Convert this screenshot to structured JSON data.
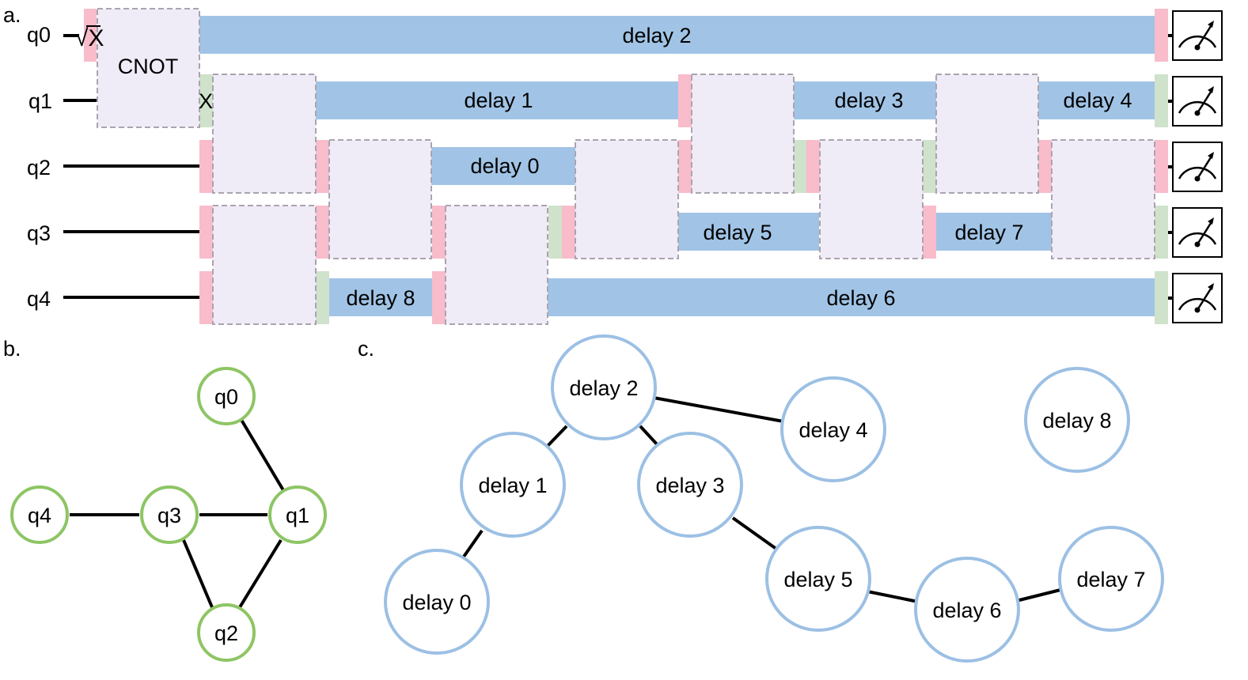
{
  "panel_labels": {
    "a": "a.",
    "b": "b.",
    "c": "c."
  },
  "circuit": {
    "qubits": [
      "q0",
      "q1",
      "q2",
      "q3",
      "q4"
    ],
    "sqrt_x_gate": "√X",
    "cnot_label": "CNOT",
    "x_gate": "X",
    "delays": [
      {
        "label": "delay 2",
        "qubit": "q0"
      },
      {
        "label": "delay 1",
        "qubit": "q1"
      },
      {
        "label": "delay 3",
        "qubit": "q1"
      },
      {
        "label": "delay 4",
        "qubit": "q1"
      },
      {
        "label": "delay 0",
        "qubit": "q2"
      },
      {
        "label": "delay 5",
        "qubit": "q3"
      },
      {
        "label": "delay 7",
        "qubit": "q3"
      },
      {
        "label": "delay 8",
        "qubit": "q4"
      },
      {
        "label": "delay 6",
        "qubit": "q4"
      }
    ],
    "measurements": [
      "q0",
      "q1",
      "q2",
      "q3",
      "q4"
    ]
  },
  "coupling_graph": {
    "nodes": [
      "q0",
      "q1",
      "q2",
      "q3",
      "q4"
    ],
    "edges": [
      [
        "q0",
        "q1"
      ],
      [
        "q4",
        "q3"
      ],
      [
        "q3",
        "q1"
      ],
      [
        "q3",
        "q2"
      ],
      [
        "q1",
        "q2"
      ]
    ],
    "node_color": "#8ec564"
  },
  "delay_graph": {
    "nodes": [
      "delay 0",
      "delay 1",
      "delay 2",
      "delay 3",
      "delay 4",
      "delay 5",
      "delay 6",
      "delay 7",
      "delay 8"
    ],
    "edges": [
      [
        "delay 2",
        "delay 1"
      ],
      [
        "delay 2",
        "delay 3"
      ],
      [
        "delay 2",
        "delay 4"
      ],
      [
        "delay 1",
        "delay 0"
      ],
      [
        "delay 3",
        "delay 5"
      ],
      [
        "delay 5",
        "delay 6"
      ],
      [
        "delay 6",
        "delay 7"
      ]
    ],
    "node_color": "#9cc0e4"
  }
}
